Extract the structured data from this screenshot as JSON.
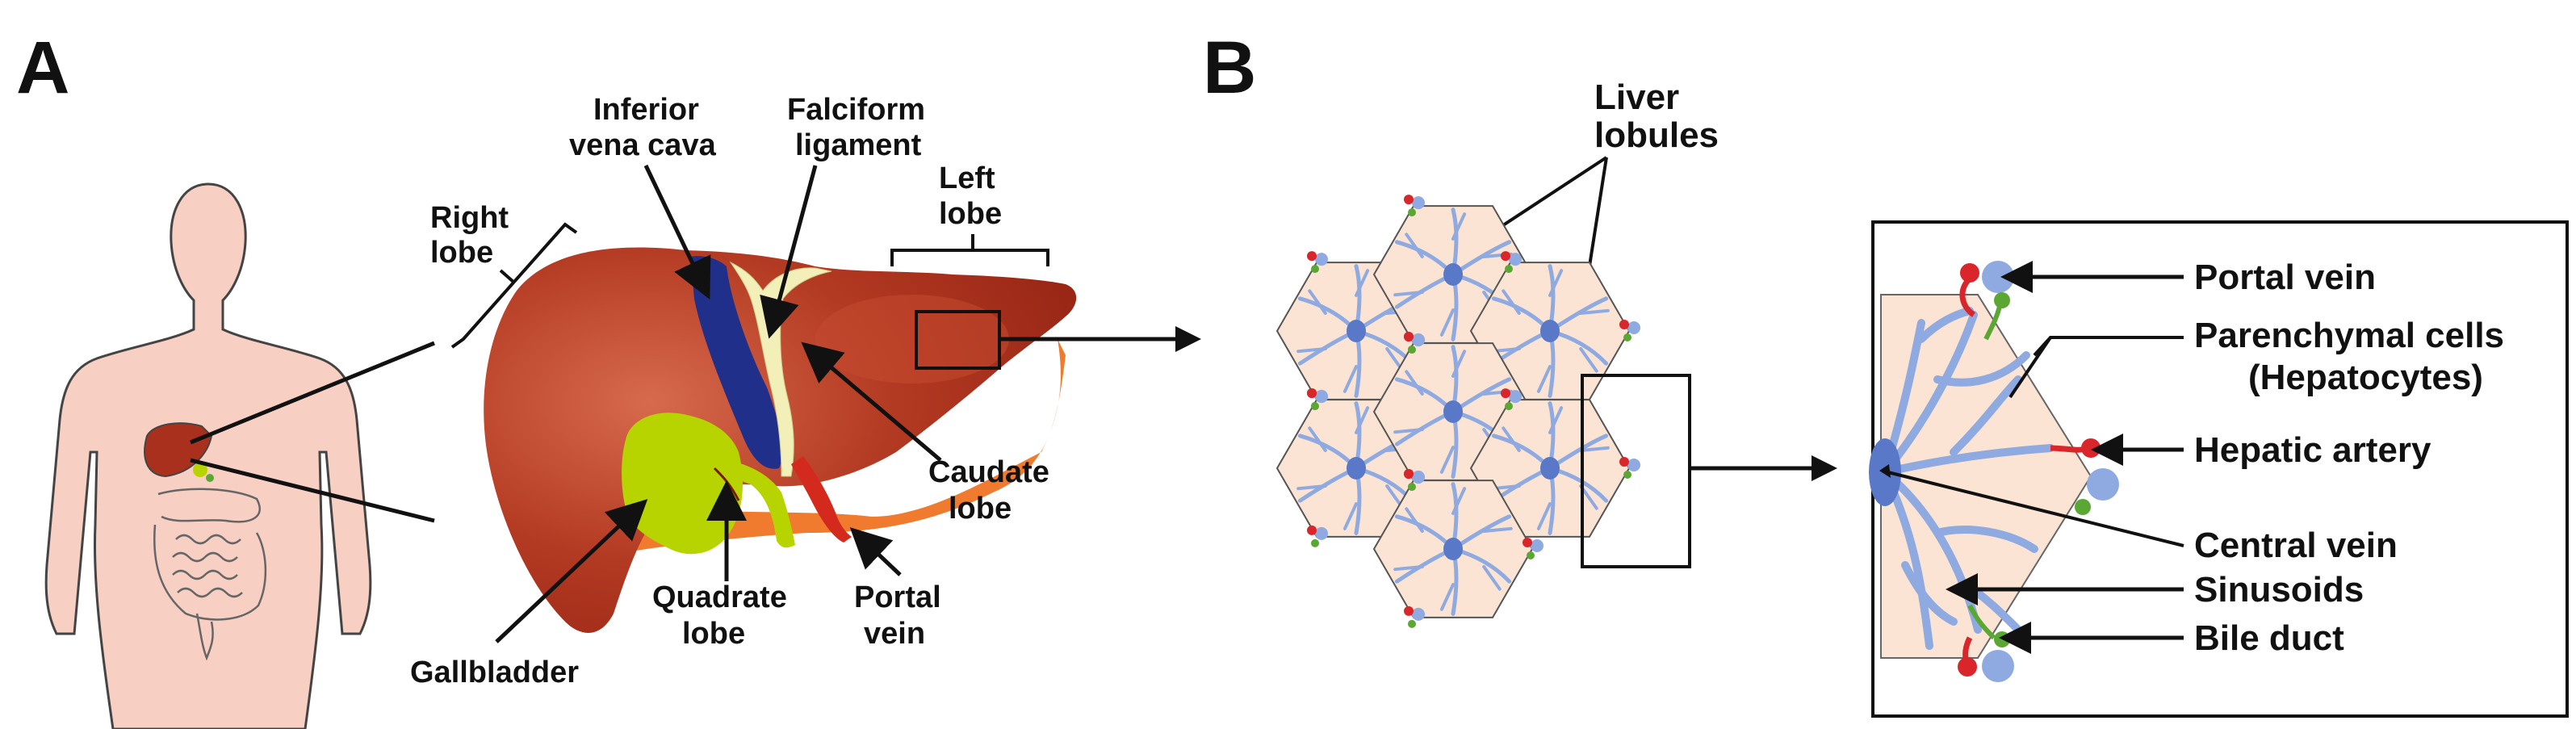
{
  "panels": {
    "a": {
      "letter": "A"
    },
    "b": {
      "letter": "B"
    }
  },
  "labels": {
    "right_lobe": [
      "Right",
      "lobe"
    ],
    "inferior_vena_cava": [
      "Inferior",
      "vena cava"
    ],
    "falciform_ligament": [
      "Falciform",
      "ligament"
    ],
    "left_lobe": [
      "Left",
      "lobe"
    ],
    "caudate_lobe": [
      "Caudate",
      "lobe"
    ],
    "quadrate_lobe": [
      "Quadrate",
      "lobe"
    ],
    "portal_vein_a": [
      "Portal",
      "vein"
    ],
    "gallbladder": "Gallbladder",
    "liver_lobules": [
      "Liver",
      "lobules"
    ]
  },
  "zoom_labels": {
    "portal_vein": "Portal vein",
    "parenchymal_cells": [
      "Parenchymal cells",
      "(Hepatocytes)"
    ],
    "hepatic_artery": "Hepatic artery",
    "central_vein": "Central vein",
    "sinusoids": "Sinusoids",
    "bile_duct": "Bile duct"
  },
  "colors": {
    "liver": "#a9301c",
    "liver_highlight": "#cc5a3c",
    "liver_shadow": "#f07a2e",
    "gallbladder": "#b8d400",
    "vena_cava": "#1f2f8a",
    "falciform": "#f3efb8",
    "portal_vein": "#d42a1e",
    "body_skin": "#f7cfc3",
    "lobule_fill": "#fbe4d3",
    "central_vein": "#5a78c8",
    "sinusoid": "#8eaae0",
    "hepatic_artery": "#d8262a",
    "bile_duct": "#5aa833"
  }
}
